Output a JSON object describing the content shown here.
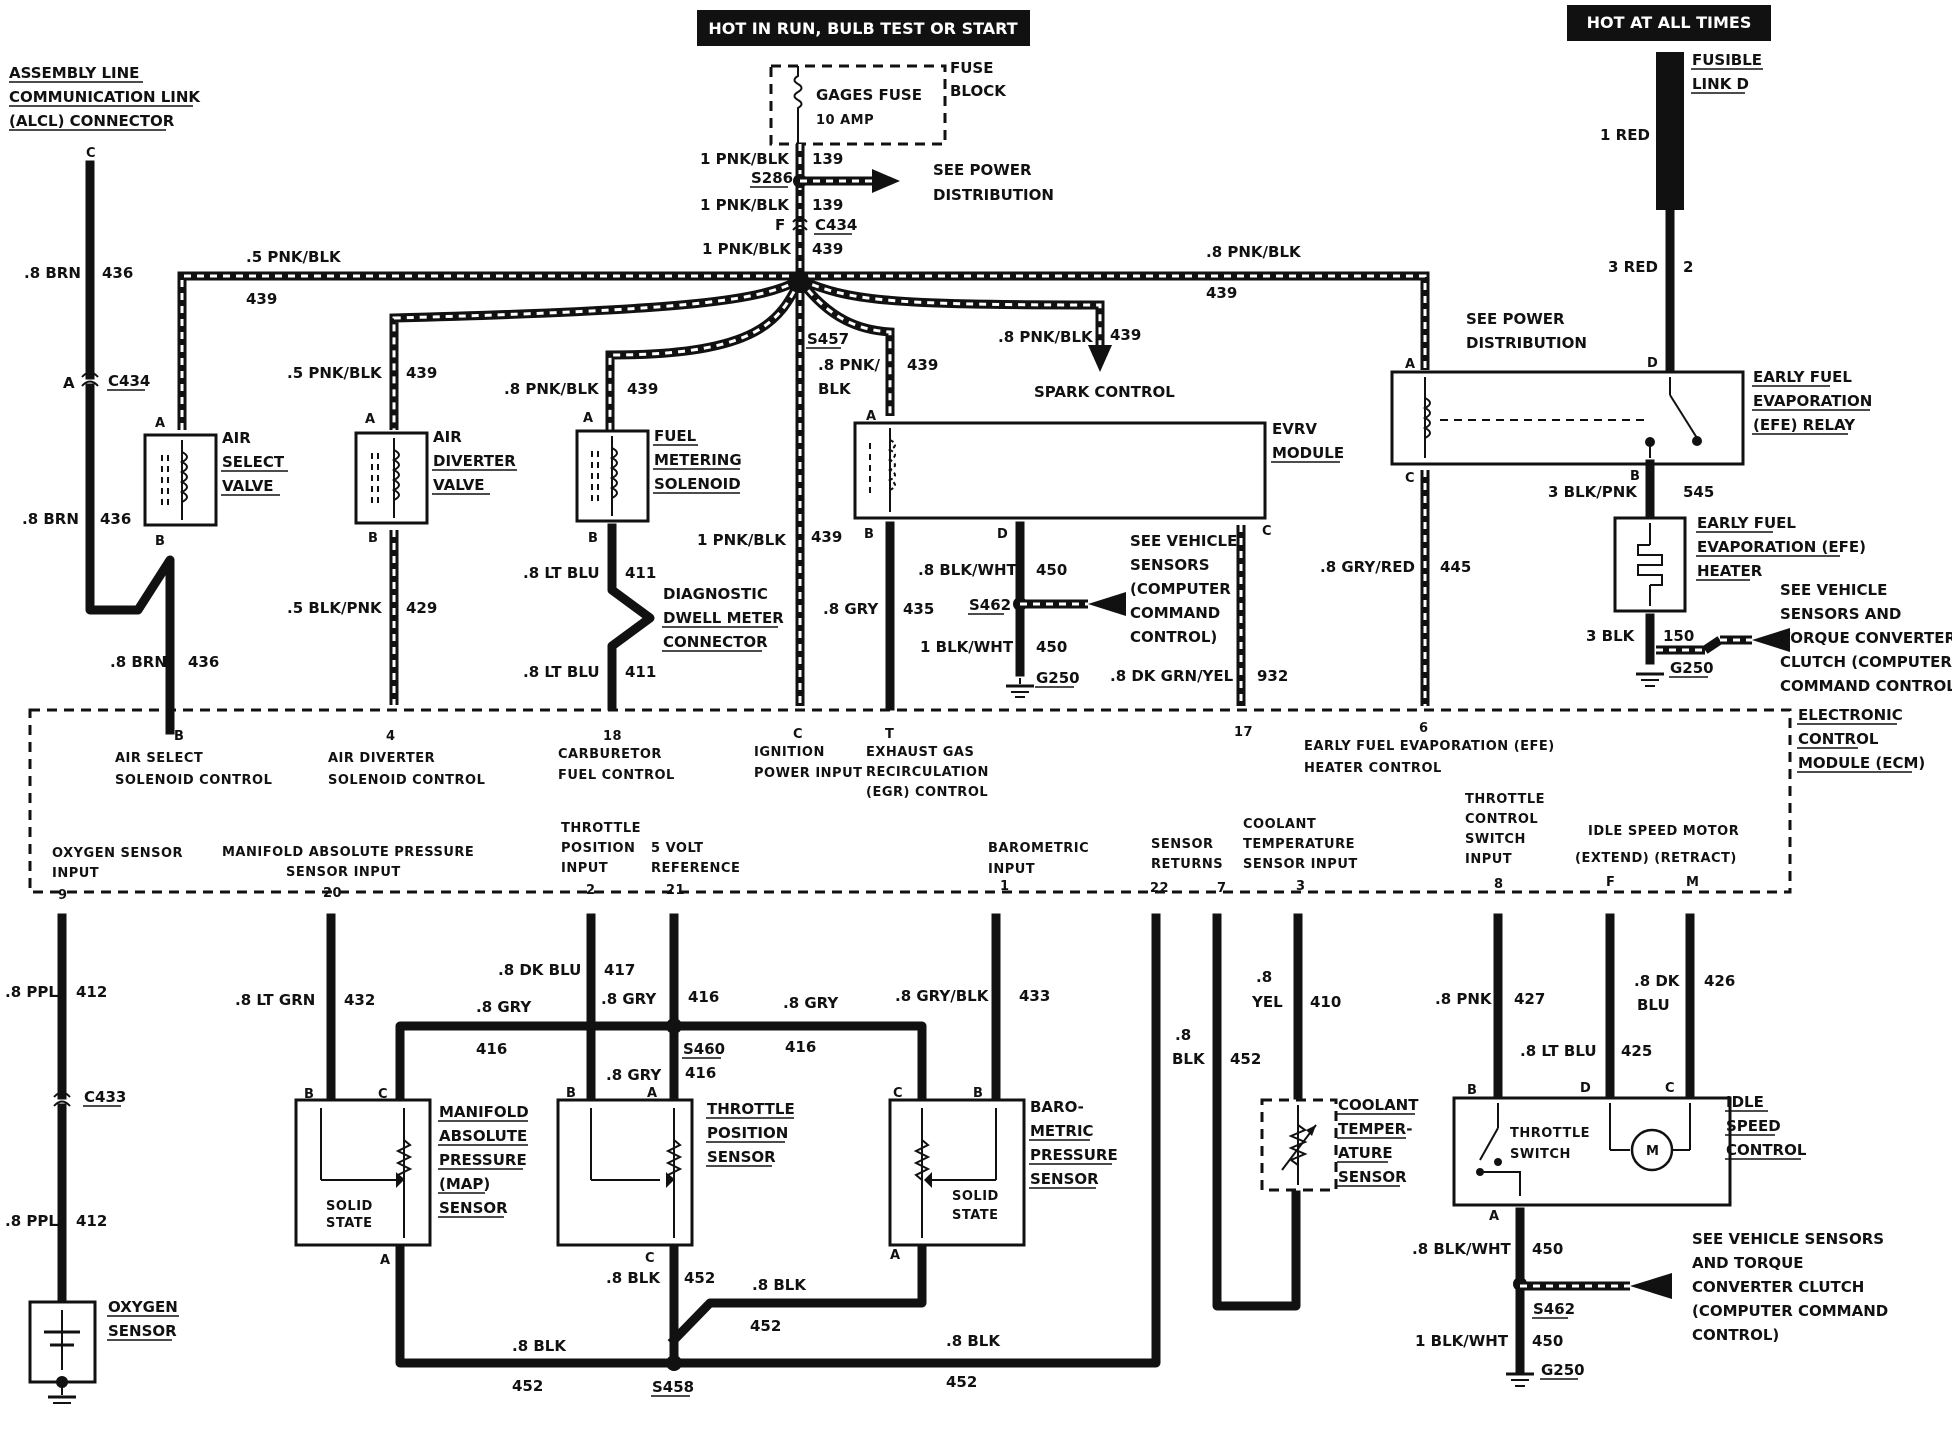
{
  "header": {
    "hot_run": "HOT IN RUN, BULB TEST OR START",
    "hot_all": "HOT AT ALL TIMES"
  },
  "fuse": {
    "block_1": "FUSE",
    "block_2": "BLOCK",
    "name": "GAGES FUSE",
    "amp": "10 AMP",
    "w1_gauge": "1 PNK/BLK",
    "w1_num": "139",
    "splice": "S286",
    "see_power_1": "SEE POWER",
    "see_power_2": "DISTRIBUTION",
    "w2_gauge": "1 PNK/BLK",
    "w2_num": "139",
    "conn_pin": "F",
    "conn": "C434",
    "w3_gauge": "1 PNK/BLK",
    "w3_num": "439"
  },
  "bus": {
    "left_gauge": ".5 PNK/BLK",
    "left_num": "439",
    "right_gauge": ".8 PNK/BLK",
    "right_num": "439"
  },
  "alcl": {
    "line1": "ASSEMBLY LINE",
    "line2": "COMMUNICATION LINK",
    "line3": "(ALCL) CONNECTOR",
    "pin": "C",
    "w1_gauge": ".8 BRN",
    "w1_num": "436",
    "conn_pin": "A",
    "conn": "C434",
    "w2_gauge": ".8 BRN",
    "w2_num": "436",
    "w3_gauge": ".8 BRN",
    "w3_num": "436"
  },
  "air_select": {
    "l1": "AIR",
    "l2": "SELECT",
    "l3": "VALVE",
    "pin_a": "A",
    "pin_b": "B"
  },
  "air_diverter": {
    "l1": "AIR",
    "l2": "DIVERTER",
    "l3": "VALVE",
    "pin_a": "A",
    "pin_b": "B",
    "in_gauge": ".5 PNK/BLK",
    "in_num": "439",
    "out_gauge": ".5 BLK/PNK",
    "out_num": "429"
  },
  "fuel_meter": {
    "l1": "FUEL",
    "l2": "METERING",
    "l3": "SOLENOID",
    "pin_a": "A",
    "pin_b": "B",
    "in_gauge": ".8 PNK/BLK",
    "in_num": "439",
    "w1_gauge": ".8 LT BLU",
    "w1_num": "411",
    "w2_gauge": ".8 LT BLU",
    "w2_num": "411",
    "dwell_1": "DIAGNOSTIC",
    "dwell_2": "DWELL METER",
    "dwell_3": "CONNECTOR"
  },
  "ign": {
    "splice": "S457",
    "gauge": "1 PNK/BLK",
    "num": "439"
  },
  "evrv": {
    "l1": "EVRV",
    "l2": "MODULE",
    "pin_a": "A",
    "pin_b": "B",
    "pin_c": "C",
    "pin_d": "D",
    "in_gauge_1": ".8 PNK/",
    "in_gauge_2": "BLK",
    "in_num": "439",
    "spark_gauge": ".8 PNK/BLK",
    "spark_num": "439",
    "spark": "SPARK CONTROL",
    "egr_gauge": ".8 GRY",
    "egr_num": "435",
    "d_gauge": ".8 BLK/WHT",
    "d_num": "450",
    "splice": "S462",
    "g_gauge": "1 BLK/WHT",
    "g_num": "450",
    "ground": "G250",
    "see_1": "SEE VEHICLE",
    "see_2": "SENSORS",
    "see_3": "(COMPUTER",
    "see_4": "COMMAND",
    "see_5": "CONTROL)",
    "c_gauge": ".8 DK GRN/YEL",
    "c_num": "932"
  },
  "efe_relay": {
    "see_1": "SEE POWER",
    "see_2": "DISTRIBUTION",
    "l1": "EARLY FUEL",
    "l2": "EVAPORATION",
    "l3": "(EFE) RELAY",
    "pin_a": "A",
    "pin_c": "C",
    "pin_d": "D",
    "pin_b": "B",
    "c_gauge": ".8 GRY/RED",
    "c_num": "445",
    "b_gauge": "3 BLK/PNK",
    "b_num": "545"
  },
  "fusible": {
    "l1": "FUSIBLE",
    "l2": "LINK D",
    "red_gauge": "1 RED",
    "w_gauge": "3 RED",
    "w_num": "2"
  },
  "efe_heater": {
    "l1": "EARLY FUEL",
    "l2": "EVAPORATION (EFE)",
    "l3": "HEATER",
    "g_gauge": "3 BLK",
    "g_num": "150",
    "ground": "G250",
    "see_1": "SEE VEHICLE",
    "see_2": "SENSORS AND",
    "see_3": "TORQUE CONVERTER",
    "see_4": "CLUTCH (COMPUTER",
    "see_5": "COMMAND CONTROL)"
  },
  "ecm": {
    "l1": "ELECTRONIC",
    "l2": "CONTROL",
    "l3": "MODULE (ECM)",
    "top_pins": [
      {
        "pin": "B",
        "line1": "AIR SELECT",
        "line2": "SOLENOID CONTROL"
      },
      {
        "pin": "4",
        "line1": "AIR DIVERTER",
        "line2": "SOLENOID CONTROL"
      },
      {
        "pin": "18",
        "line1": "CARBURETOR",
        "line2": "FUEL CONTROL"
      },
      {
        "pin": "C",
        "line1": "IGNITION",
        "line2": "POWER INPUT"
      },
      {
        "pin": "T",
        "line1": "EXHAUST GAS",
        "line2": "RECIRCULATION",
        "line3": "(EGR) CONTROL"
      },
      {
        "pin": "17"
      },
      {
        "pin": "6",
        "line1": "EARLY FUEL EVAPORATION (EFE)",
        "line2": "HEATER CONTROL"
      }
    ],
    "bottom_pins": [
      {
        "pin": "9",
        "line1": "OXYGEN SENSOR",
        "line2": "INPUT"
      },
      {
        "pin": "20",
        "line1": "MANIFOLD ABSOLUTE PRESSURE",
        "line2": "SENSOR INPUT"
      },
      {
        "pin": "2",
        "line1": "THROTTLE",
        "line2": "POSITION",
        "line3": "INPUT"
      },
      {
        "pin": "21",
        "line1": "5 VOLT",
        "line2": "REFERENCE"
      },
      {
        "pin": "1",
        "line1": "BAROMETRIC",
        "line2": "INPUT"
      },
      {
        "pin": "22",
        "line1": "SENSOR",
        "line2": "RETURNS"
      },
      {
        "pin": "7"
      },
      {
        "pin": "3",
        "line1": "COOLANT",
        "line2": "TEMPERATURE",
        "line3": "SENSOR INPUT"
      },
      {
        "pin": "8",
        "line1": "THROTTLE",
        "line2": "CONTROL",
        "line3": "SWITCH",
        "line4": "INPUT"
      },
      {
        "pin": "F"
      },
      {
        "pin": "M"
      }
    ],
    "idle_title": "IDLE SPEED MOTOR",
    "idle_sub": "(EXTEND)  (RETRACT)"
  },
  "o2": {
    "w1_gauge": ".8 PPL",
    "w1_num": "412",
    "conn": "C433",
    "w2_gauge": ".8 PPL",
    "w2_num": "412",
    "l1": "OXYGEN",
    "l2": "SENSOR"
  },
  "map": {
    "w_gauge": ".8 LT GRN",
    "w_num": "432",
    "l1": "MANIFOLD",
    "l2": "ABSOLUTE",
    "l3": "PRESSURE",
    "l4": "(MAP)",
    "l5": "SENSOR",
    "solid_1": "SOLID",
    "solid_2": "STATE",
    "pin_a": "A",
    "pin_b": "B",
    "pin_c": "C"
  },
  "tps": {
    "w_gauge": ".8 DK BLU",
    "w_num": "417",
    "ref_gauge": ".8 GRY",
    "ref_num": "416",
    "left_gauge": ".8 GRY",
    "left_num": "416",
    "right_gauge": ".8 GRY",
    "right_num": "416",
    "splice": "S460",
    "drop_gauge": ".8 GRY",
    "drop_num": "416",
    "l1": "THROTTLE",
    "l2": "POSITION",
    "l3": "SENSOR",
    "pin_a": "A",
    "pin_b": "B",
    "pin_c": "C",
    "c_gauge": ".8 BLK",
    "c_num": "452"
  },
  "baro": {
    "w_gauge": ".8 GRY/BLK",
    "w_num": "433",
    "l1": "BARO-",
    "l2": "METRIC",
    "l3": "PRESSURE",
    "l4": "SENSOR",
    "solid_1": "SOLID",
    "solid_2": "STATE",
    "pin_a": "A",
    "pin_b": "B",
    "pin_c": "C",
    "a_gauge": ".8 BLK",
    "a_num": "452"
  },
  "returns": {
    "left_gauge": ".8 BLK",
    "left_num": "452",
    "right_gauge": ".8 BLK",
    "right_num": "452",
    "splice": "S458",
    "r_gauge_1": ".8",
    "r_gauge_2": "BLK",
    "r_num": "452"
  },
  "coolant": {
    "w_gauge_1": ".8",
    "w_gauge_2": "YEL",
    "w_num": "410",
    "l1": "COOLANT",
    "l2": "TEMPER-",
    "l3": "ATURE",
    "l4": "SENSOR"
  },
  "isc": {
    "w8_gauge": ".8 PNK",
    "w8_num": "427",
    "wf_gauge_1": ".8 DK",
    "wf_gauge_2": "BLU",
    "wf_num": "426",
    "wd_gauge": ".8 LT BLU",
    "wd_num": "425",
    "l1": "IDLE",
    "l2": "SPEED",
    "l3": "CONTROL",
    "sw_1": "THROTTLE",
    "sw_2": "SWITCH",
    "motor": "M",
    "pin_a": "A",
    "pin_b": "B",
    "pin_c": "C",
    "pin_d": "D",
    "a_gauge": ".8 BLK/WHT",
    "a_num": "450",
    "splice": "S462",
    "g_gauge": "1 BLK/WHT",
    "g_num": "450",
    "ground": "G250",
    "see_1": "SEE VEHICLE SENSORS",
    "see_2": "AND TORQUE",
    "see_3": "CONVERTER CLUTCH",
    "see_4": "(COMPUTER COMMAND",
    "see_5": "CONTROL)"
  }
}
